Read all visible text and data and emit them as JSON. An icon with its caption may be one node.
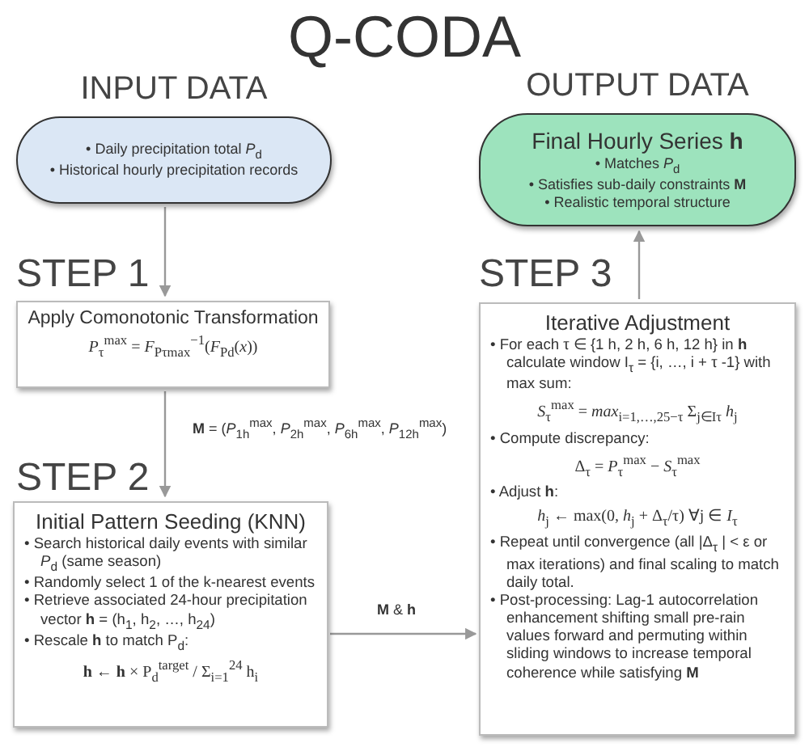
{
  "diagram": {
    "title": "Q-CODA",
    "nodes": [
      {
        "text": [
          "• Daily precipitation total *P*$_{d}$",
          "• Historical hourly precipitation records"
        ],
        "beside": [
          "INPUT DATA"
        ]
      },
      {
        "text": [
          "Apply Comonotonic Transformation",
          "*P*$_{τ}$$^{max}$ = *F*$_{Pτmax}$$^{−1}$(*F*$_{Pd}$(*x*))"
        ]
      },
      {
        "text": [
          "Initial Pattern Seeding (KNN)",
          "• Search historical daily events with similar *P*$_{d}$ (same season)",
          "• Randomly select 1 of the k-nearest events",
          "• Retrieve associated 24-hour precipitation vector **h** = (h$_{1}$, h$_{2}$, …, h$_{24}$)",
          "• Rescale **h** to match P$_{d}$:",
          "**h** ← **h** × P$_{d}$$^{target}$ / Σ$_{i=1}$$^{24}$ h$_{i}$"
        ]
      },
      {
        "text": [
          "Iterative Adjustment",
          "• For each τ ∈ {1 h, 2 h, 6 h, 12 h} in **h** calculate window I$_{τ}$ = {i, …, i + τ -1} with max sum:",
          "*S*$_{τ}$$^{max}$ = *max*$_{i=1,…,25−τ}$ Σ$_{j∈Iτ}$ *h*$_{j}$",
          "• Compute discrepancy:",
          "Δ$_{τ}$ = *P*$_{τ}$$^{max}$ − *S*$_{τ}$$^{max}$",
          "• Adjust **h**:",
          "*h*$_{j}$ ← max(0, *h*$_{j}$ + Δ$_{τ}$/τ) ∀j ∈ *I*$_{τ}$",
          "• Repeat until convergence (all |Δ$_{τ}$ | < ε or max iterations) and final scaling to match daily total.",
          "• Post-processing: Lag-1 autocorrelation enhancement shifting small pre-rain values forward and permuting within sliding windows to increase temporal coherence while satisfying **M**"
        ]
      },
      {
        "text": [
          "Final Hourly Series **h**",
          "• Matches *P*$_{d}$",
          "• Satisfies sub-daily constraints **M**",
          "• Realistic temporal structure"
        ],
        "beside": [
          "OUTPUT DATA"
        ]
      }
    ],
    "edges": [
      {
        "from": 0,
        "to": 1,
        "arrow": "to"
      },
      {
        "from": 1,
        "to": 2,
        "arrow": "to",
        "label": "**M** = (*P*$_{1h}$$^{max}$, *P*$_{2h}$$^{max}$, *P*$_{6h}$$^{max}$, *P*$_{12h}$$^{max}$)"
      },
      {
        "from": 2,
        "to": 3,
        "arrow": "to",
        "label": "**M** & **h**"
      },
      {
        "from": 3,
        "to": 4,
        "arrow": "to"
      }
    ],
    "labels": [
      "STEP 1",
      "STEP 2",
      "STEP 3"
    ]
  }
}
